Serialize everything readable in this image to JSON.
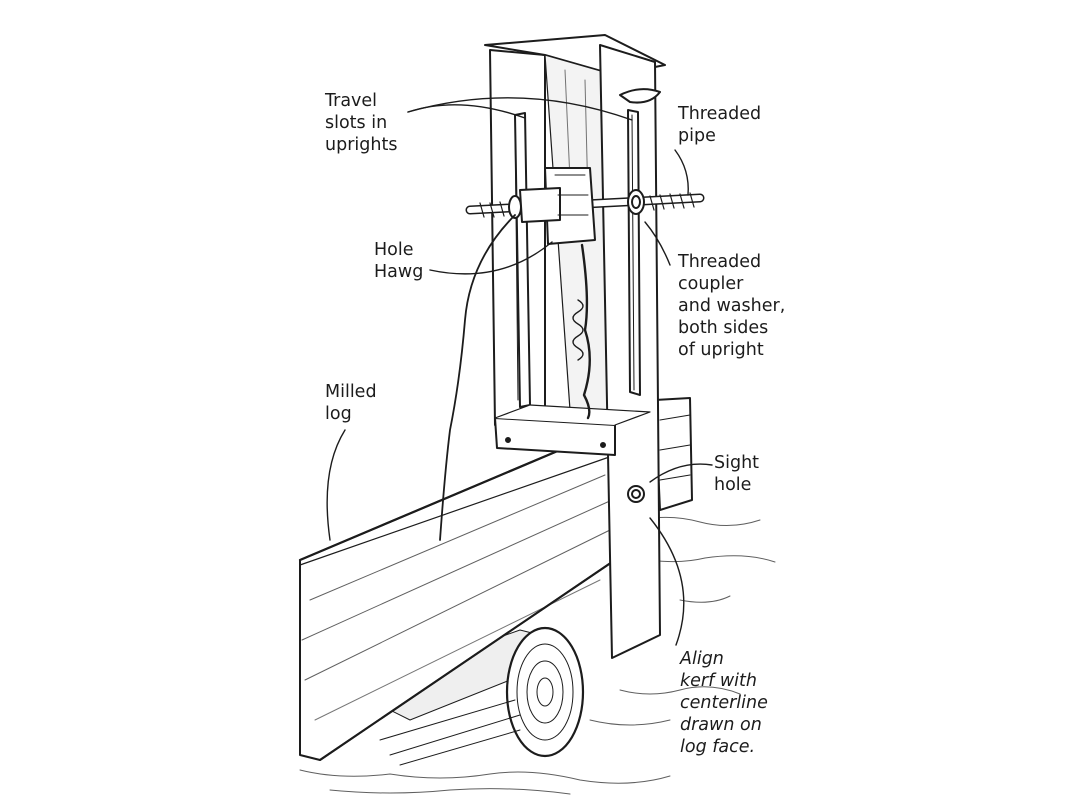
{
  "callouts": {
    "travel_slots": [
      "Travel",
      "slots in",
      "uprights"
    ],
    "threaded_pipe": [
      "Threaded",
      "pipe"
    ],
    "hole_hawg": [
      "Hole",
      "Hawg"
    ],
    "threaded_coupler": [
      "Threaded",
      "coupler",
      "and washer,",
      "both sides",
      "of upright"
    ],
    "milled_log": [
      "Milled",
      "log"
    ],
    "sight_hole": [
      "Sight",
      "hole"
    ],
    "align_kerf": [
      "Align",
      "kerf with",
      "centerline",
      "drawn on",
      "log face."
    ]
  },
  "colors": {
    "ink": "#1c1c1c",
    "paper": "#ffffff"
  }
}
